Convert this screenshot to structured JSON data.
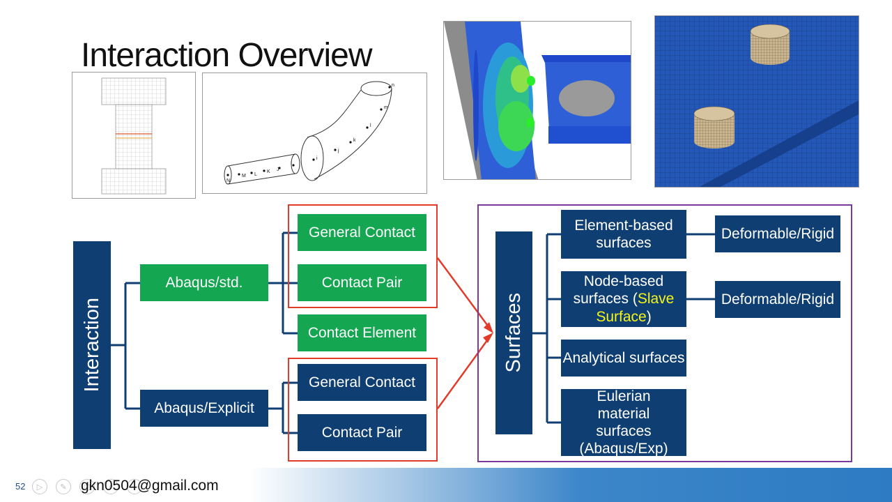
{
  "slide": {
    "title": "Interaction Overview",
    "page_number": "52",
    "email": "gkn0504@gmail.com"
  },
  "images": {
    "pipe_labels": [
      "n",
      "m",
      "l",
      "k",
      "j",
      "i",
      "I",
      "J",
      "K",
      "L",
      "M",
      "N"
    ]
  },
  "diagram": {
    "root": "Interaction",
    "standard": {
      "label": "Abaqus/std.",
      "children": [
        "General Contact",
        "Contact Pair",
        "Contact Element"
      ]
    },
    "explicit": {
      "label": "Abaqus/Explicit",
      "children": [
        "General Contact",
        "Contact Pair"
      ]
    },
    "surfaces": {
      "label": "Surfaces",
      "element_based": "Element-based surfaces",
      "node_based_prefix": "Node-based surfaces (",
      "node_based_highlight": "Slave Surface",
      "node_based_suffix": ")",
      "analytical": "Analytical surfaces",
      "eulerian": "Eulerian material surfaces (Abaqus/Exp)",
      "deformable_1": "Deformable/Rigid",
      "deformable_2": "Deformable/Rigid"
    }
  },
  "colors": {
    "navy": "#0f3e72",
    "green": "#14a650",
    "highlight_red": "#e23b2a",
    "surfaces_border": "#7a3a9a",
    "slave_text": "#f5f51a"
  }
}
